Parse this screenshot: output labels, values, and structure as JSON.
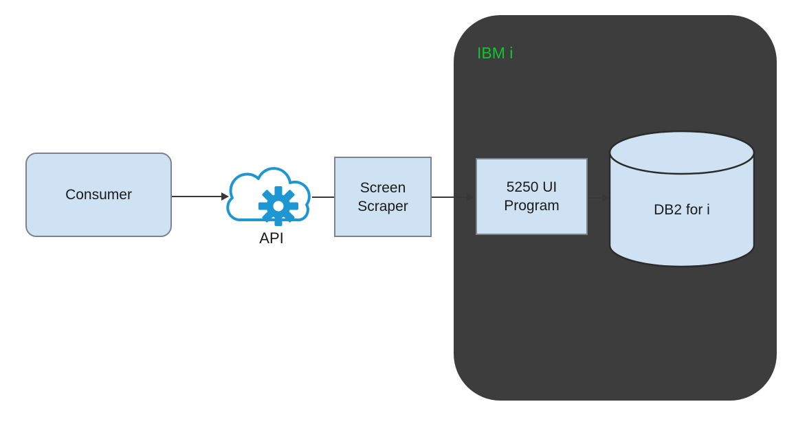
{
  "diagram": {
    "nodes": {
      "consumer": {
        "label": "Consumer",
        "type": "rounded-box"
      },
      "api_cloud": {
        "label": "API",
        "type": "cloud-gear-icon"
      },
      "screen_scraper": {
        "lines": [
          "Screen",
          "Scraper"
        ],
        "type": "box"
      },
      "ibm_i_container": {
        "label": "IBM i",
        "type": "container"
      },
      "program_5250": {
        "lines": [
          "5250 UI",
          "Program"
        ],
        "type": "box"
      },
      "db2": {
        "label": "DB2 for i",
        "type": "cylinder"
      }
    },
    "connections": [
      {
        "from": "consumer",
        "to": "api_cloud",
        "arrow": true
      },
      {
        "from": "api_cloud",
        "to": "screen_scraper",
        "arrow": false
      },
      {
        "from": "screen_scraper",
        "to": "program_5250",
        "arrow": true
      },
      {
        "from": "program_5250",
        "to": "db2",
        "arrow": true
      }
    ],
    "colors": {
      "node_fill": "#cfe2f3",
      "node_border": "#7b838c",
      "container_fill": "#3d3d3d",
      "container_label": "#12c52d",
      "cloud_blue": "#1e96d2",
      "cylinder_stroke": "#2b2b2b",
      "arrow": "#383838",
      "text": "#1a1a1a"
    }
  }
}
